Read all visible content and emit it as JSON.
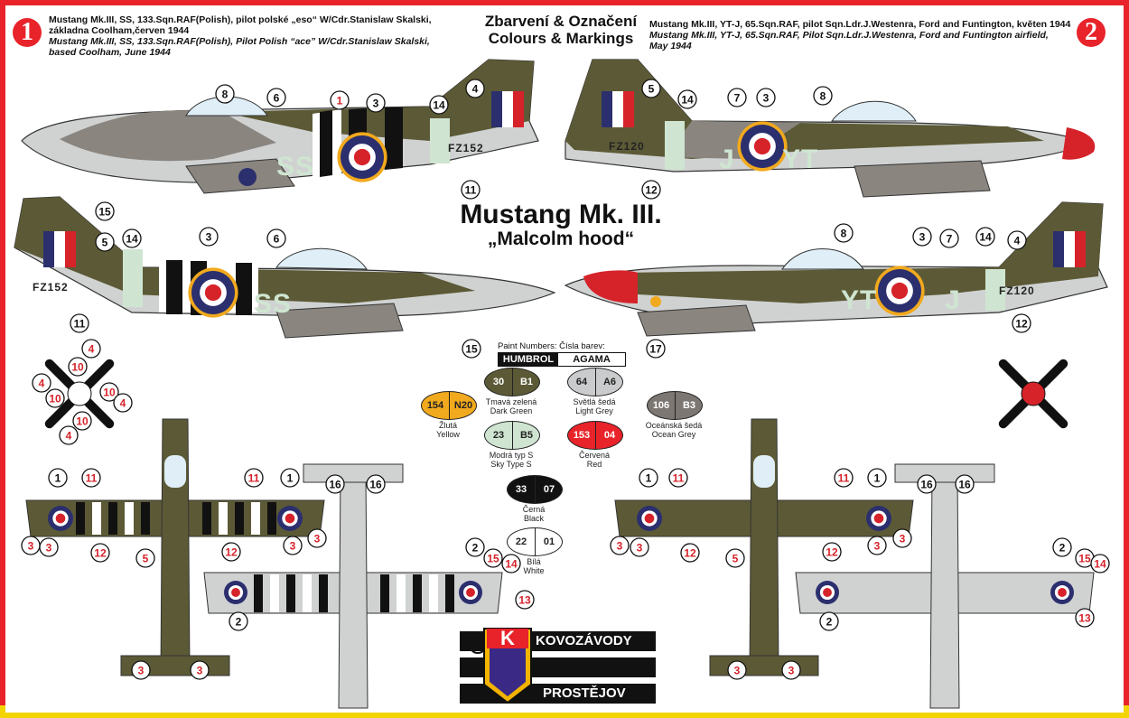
{
  "header": {
    "variant1": {
      "badge": "1",
      "line1": "Mustang Mk.III, SS, 133.Sqn.RAF(Polish), pilot polské „eso“ W/Cdr.Stanislaw Skalski,",
      "line2": "základna Coolham,červen 1944",
      "line3": "Mustang Mk.III, SS, 133.Sqn.RAF(Polish), Pilot Polish “ace” W/Cdr.Stanislaw Skalski,",
      "line4": "based Coolham, June 1944"
    },
    "center": {
      "line1": "Zbarvení & Označení",
      "line2": "Colours & Markings"
    },
    "variant2": {
      "badge": "2",
      "line1": "Mustang Mk.III, YT-J, 65.Sqn.RAF, pilot Sqn.Ldr.J.Westenra, Ford and Funtington, květen 1944",
      "line2": "Mustang Mk.III, YT-J, 65.Sqn.RAF, Pilot Sqn.Ldr.J.Westenra, Ford and Funtington airfield,",
      "line3": "May 1944"
    }
  },
  "title": {
    "main": "Mustang Mk. III.",
    "sub": "„Malcolm hood“"
  },
  "aircraft_codes": {
    "a1_code": "SS",
    "a1_serial": "FZ152",
    "a2_code_y": "J",
    "a2_code_yt": "YT",
    "a2_serial": "FZ120"
  },
  "paint": {
    "header": "Paint Numbers: Čísla barev:",
    "brand1": "HUMBROL",
    "brand2": "AGAMA",
    "swatches": [
      {
        "h": "30",
        "a": "B1",
        "cz": "Tmavá zelená",
        "en": "Dark Green",
        "color": "#5c5a36",
        "text": "#fff"
      },
      {
        "h": "64",
        "a": "A6",
        "cz": "Světlá šedá",
        "en": "Light Grey",
        "color": "#c9cbcc",
        "text": "#222"
      },
      {
        "h": "106",
        "a": "B3",
        "cz": "Oceánská šedá",
        "en": "Ocean Grey",
        "color": "#7c7773",
        "text": "#fff"
      },
      {
        "h": "154",
        "a": "N20",
        "cz": "Žlutá",
        "en": "Yellow",
        "color": "#f1a91d",
        "text": "#222"
      },
      {
        "h": "23",
        "a": "B5",
        "cz": "Modrá typ S",
        "en": "Sky Type S",
        "color": "#cfe5d1",
        "text": "#222"
      },
      {
        "h": "153",
        "a": "04",
        "cz": "Červená",
        "en": "Red",
        "color": "#e8232a",
        "text": "#fff"
      },
      {
        "h": "33",
        "a": "07",
        "cz": "Černá",
        "en": "Black",
        "color": "#111111",
        "text": "#fff"
      },
      {
        "h": "22",
        "a": "01",
        "cz": "Bílá",
        "en": "White",
        "color": "#ffffff",
        "text": "#222"
      }
    ]
  },
  "logo": {
    "reg": "®",
    "letter": "K",
    "line1": "KOVOZÁVODY",
    "line2": "PROSTĚJOV"
  },
  "callouts": {
    "n1": "1",
    "n2": "2",
    "n3": "3",
    "n4": "4",
    "n5": "5",
    "n6": "6",
    "n7": "7",
    "n8": "8",
    "n10": "10",
    "n11": "11",
    "n12": "12",
    "n13": "13",
    "n14": "14",
    "n15": "15",
    "n16": "16",
    "n17": "17"
  },
  "colors": {
    "frame": "#e8232a",
    "stripe": "#f3d400",
    "dark_green": "#5c5a36",
    "ocean_grey": "#8a857f",
    "light_grey": "#d0d2d2",
    "sky": "#cfe5d1",
    "roundel_blue": "#2b2f6d",
    "roundel_red": "#d6232a",
    "yellow": "#f1a91d"
  }
}
